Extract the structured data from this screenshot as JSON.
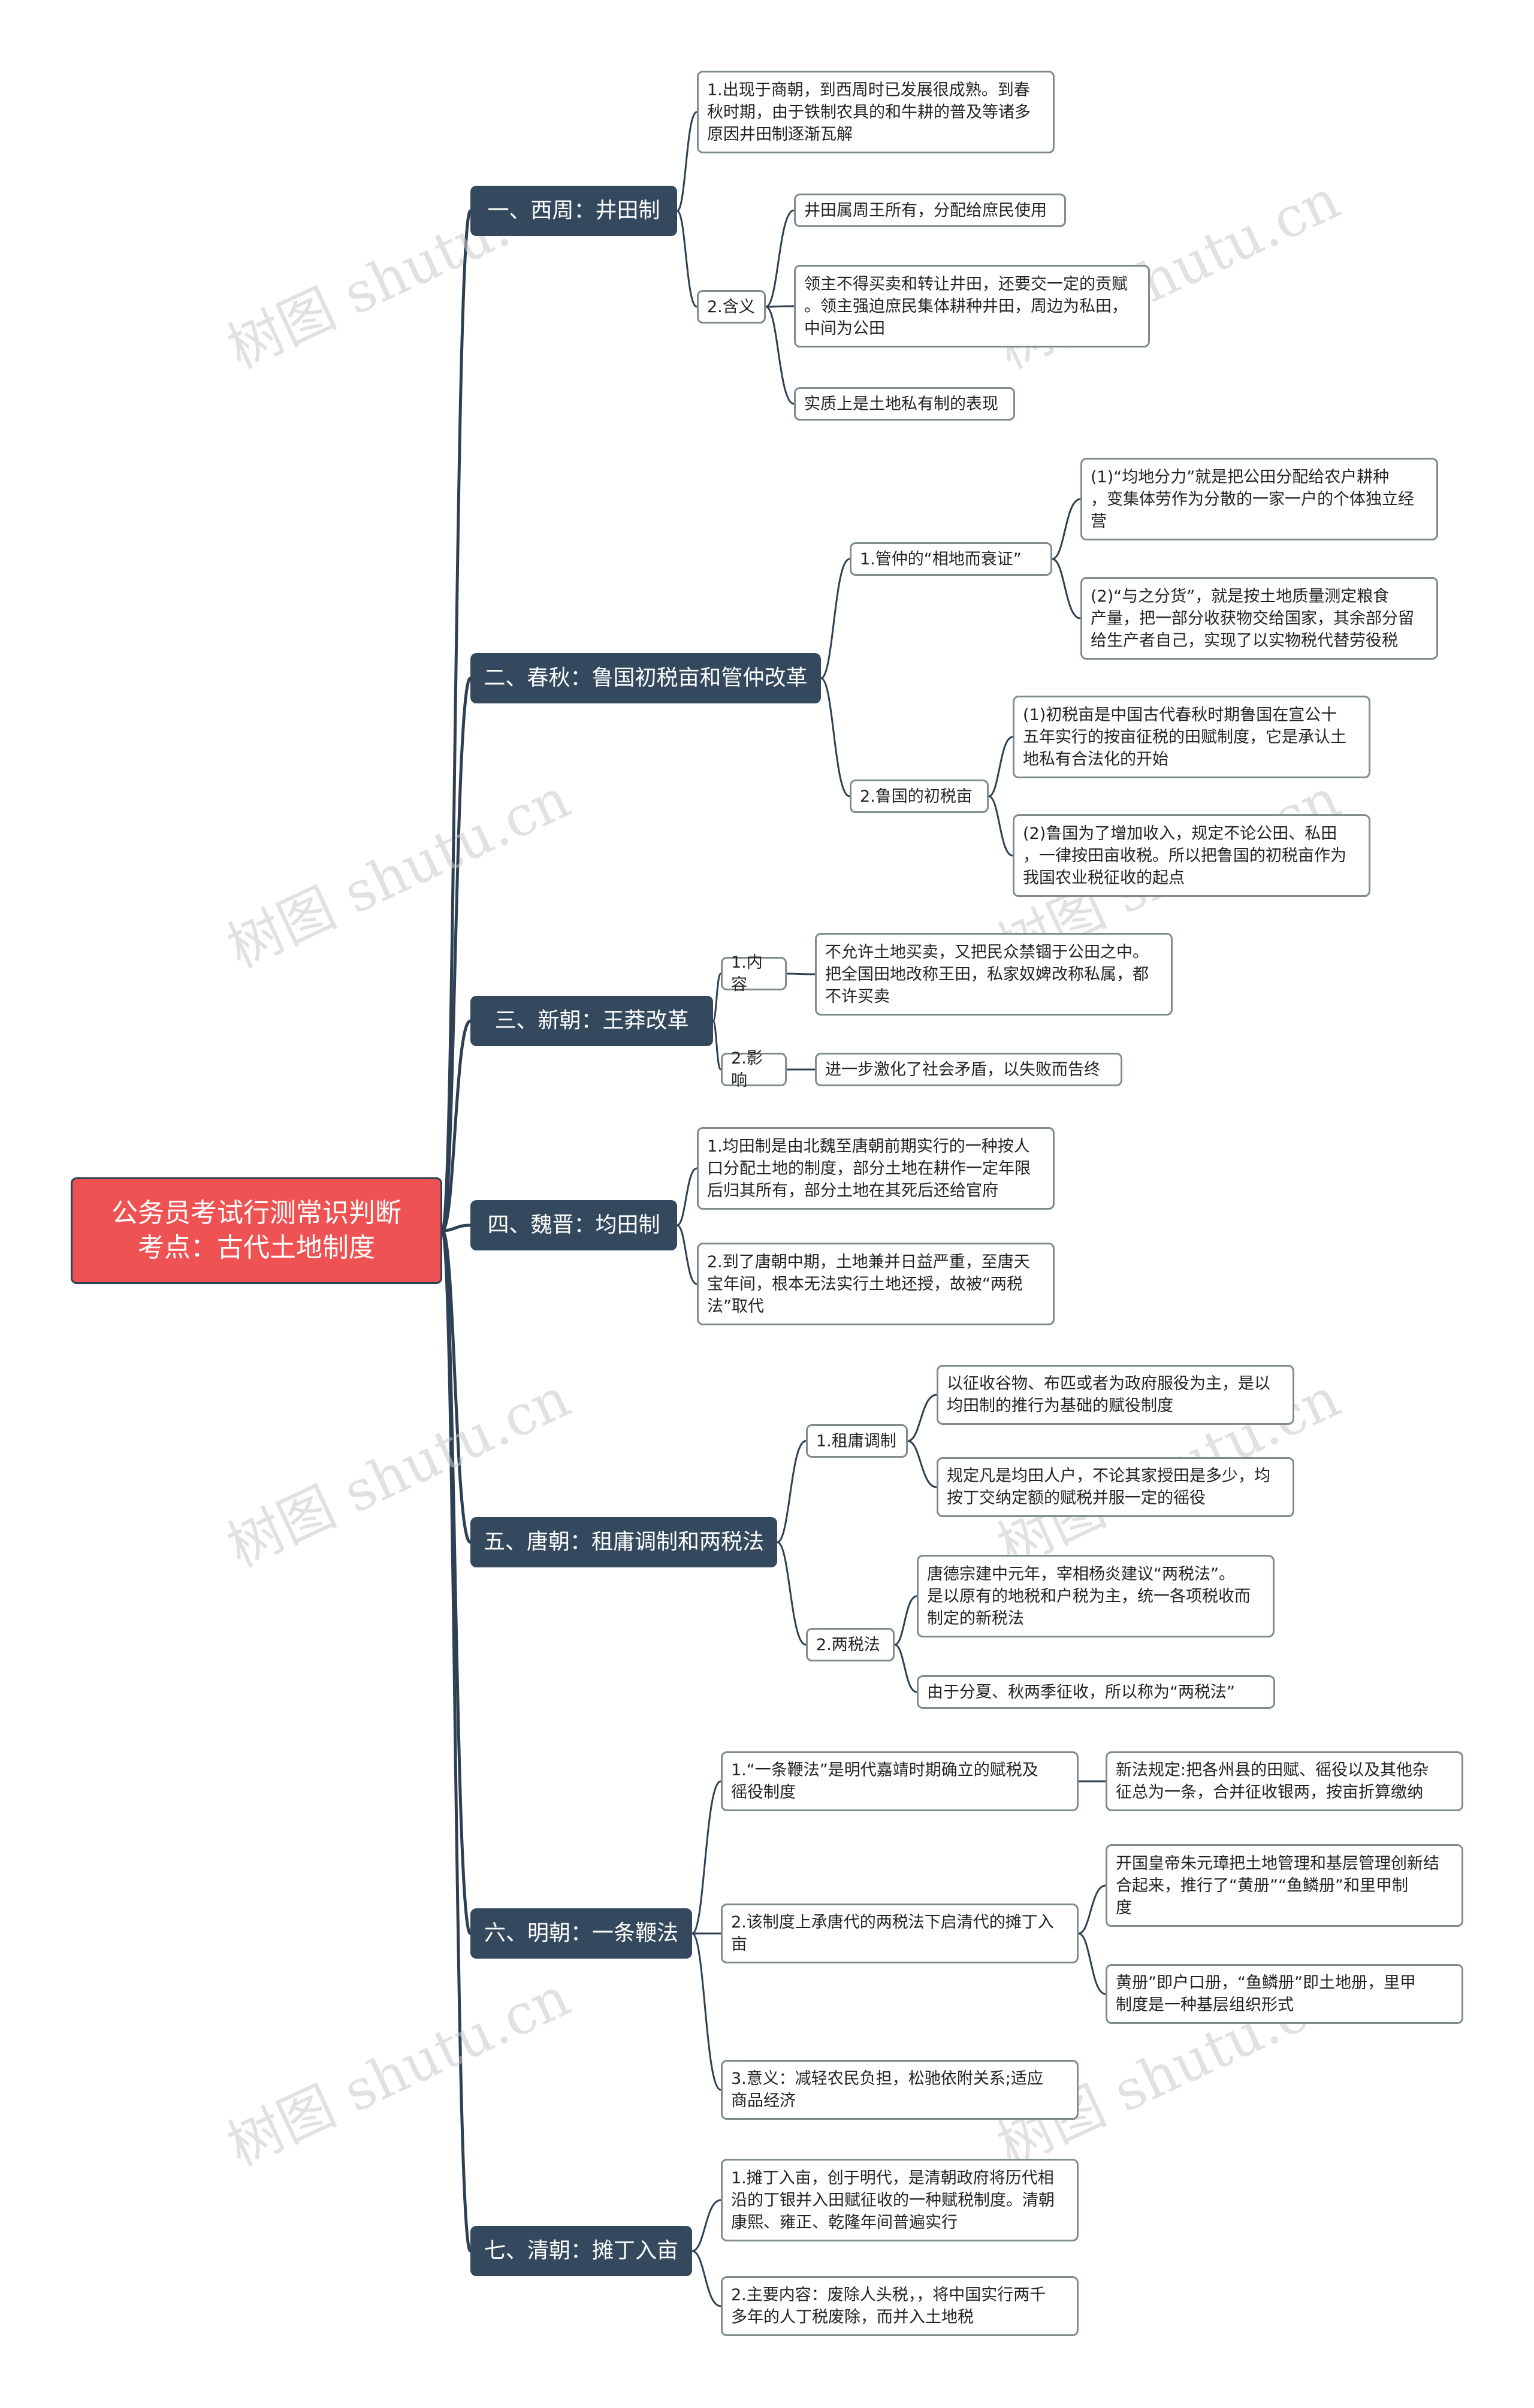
{
  "colors": {
    "root_fill": "#ef5252",
    "topic_fill": "#34495e",
    "line": "#2e4053",
    "leaf_border": "#7f8c8d"
  },
  "watermark": "树图 shutu.cn",
  "root": "公务员考试行测常识判断\n考点：古代土地制度",
  "topics": [
    {
      "label": "一、西周：井田制"
    },
    {
      "label": "二、春秋：鲁国初税亩和管仲改革"
    },
    {
      "label": "三、新朝：王莽改革"
    },
    {
      "label": "四、魏晋：均田制"
    },
    {
      "label": "五、唐朝：租庸调制和两税法"
    },
    {
      "label": "六、明朝：一条鞭法"
    },
    {
      "label": "七、清朝：摊丁入亩"
    }
  ],
  "nodes": {
    "t1a": "1.出现于商朝，到西周时已发展很成熟。到春\n秋时期，由于铁制农具的和牛耕的普及等诸多\n原因井田制逐渐瓦解",
    "t1b": "2.含义",
    "t1b1": "井田属周王所有，分配给庶民使用",
    "t1b2": "领主不得买卖和转让井田，还要交一定的贡赋\n。领主强迫庶民集体耕种井田，周边为私田，\n中间为公田",
    "t1b3": "实质上是土地私有制的表现",
    "t2a": "1.管仲的“相地而衰证”",
    "t2a1": "(1)“均地分力”就是把公田分配给农户耕种\n，变集体劳作为分散的一家一户的个体独立经\n营",
    "t2a2": "(2)“与之分货”，就是按土地质量测定粮食\n产量，把一部分收获物交给国家，其余部分留\n给生产者自己，实现了以实物税代替劳役税",
    "t2b": "2.鲁国的初税亩",
    "t2b1": "(1)初税亩是中国古代春秋时期鲁国在宣公十\n五年实行的按亩征税的田赋制度，它是承认土\n地私有合法化的开始",
    "t2b2": "(2)鲁国为了增加收入，规定不论公田、私田\n，一律按田亩收税。所以把鲁国的初税亩作为\n我国农业税征收的起点",
    "t3a": "1.内容",
    "t3a1": "不允许土地买卖，又把民众禁锢于公田之中。\n把全国田地改称王田，私家奴婢改称私属，都\n不许买卖",
    "t3b": "2.影响",
    "t3b1": "进一步激化了社会矛盾，以失败而告终",
    "t4a": "1.均田制是由北魏至唐朝前期实行的一种按人\n口分配土地的制度，部分土地在耕作一定年限\n后归其所有，部分土地在其死后还给官府",
    "t4b": "2.到了唐朝中期，土地兼并日益严重，至唐天\n宝年间，根本无法实行土地还授，故被“两税\n法”取代",
    "t5a": "1.租庸调制",
    "t5a1": "以征收谷物、布匹或者为政府服役为主，是以\n均田制的推行为基础的赋役制度",
    "t5a2": "规定凡是均田人户，不论其家授田是多少，均\n按丁交纳定额的赋税并服一定的徭役",
    "t5b": "2.两税法",
    "t5b1": "唐德宗建中元年，宰相杨炎建议“两税法”。\n是以原有的地税和户税为主，统一各项税收而\n制定的新税法",
    "t5b2": "由于分夏、秋两季征收，所以称为“两税法”",
    "t6a": "1.“一条鞭法”是明代嘉靖时期确立的赋税及\n徭役制度",
    "t6a1": "新法规定:把各州县的田赋、徭役以及其他杂\n征总为一条，合并征收银两，按亩折算缴纳",
    "t6b": "2.该制度上承唐代的两税法下启清代的摊丁入\n亩",
    "t6b1": "开国皇帝朱元璋把土地管理和基层管理创新结\n合起来，推行了“黄册”“鱼鳞册”和里甲制\n度",
    "t6b2": "黄册”即户口册，“鱼鳞册”即土地册，里甲\n制度是一种基层组织形式",
    "t6c": "3.意义：减轻农民负担，松驰依附关系;适应\n商品经济",
    "t7a": "1.摊丁入亩，创于明代，是清朝政府将历代相\n沿的丁银并入田赋征收的一种赋税制度。清朝\n康熙、雍正、乾隆年间普遍实行",
    "t7b": "2.主要内容：废除人头税，，将中国实行两千\n多年的人丁税废除，而并入土地税"
  }
}
